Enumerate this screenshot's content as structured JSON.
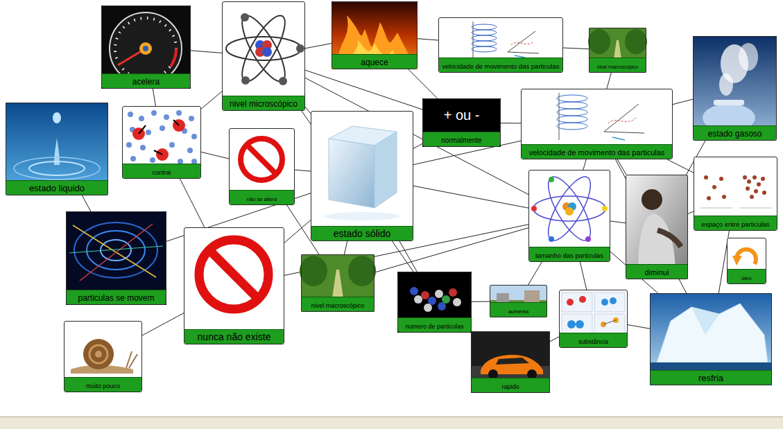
{
  "diagram": {
    "nodes": [
      {
        "text": [
          "acelera"
        ]
      },
      {
        "text": [
          "nivel microscópico"
        ]
      },
      {
        "text": [
          "aquece"
        ]
      },
      {
        "text": [
          "velocidade de movimento das particulas"
        ]
      },
      {
        "text": [
          "nivel macroscópico"
        ]
      },
      {
        "text": [
          "estado gasoso"
        ]
      },
      {
        "text": [
          "estado liquido"
        ]
      },
      {
        "text": [
          "contrai"
        ]
      },
      {
        "text": [
          "+ ou -",
          "normalmente"
        ]
      },
      {
        "text": [
          "não se altera"
        ]
      },
      {
        "text": [
          "estado sólido"
        ]
      },
      {
        "text": [
          "velocidade de movimento das particulas"
        ]
      },
      {
        "text": [
          "espaço entre particulas"
        ]
      },
      {
        "text": [
          "tamanho das particulas"
        ]
      },
      {
        "text": [
          "diminui"
        ]
      },
      {
        "text": [
          "zero"
        ]
      },
      {
        "text": [
          "particulas se movem"
        ]
      },
      {
        "text": [
          "nunca não existe"
        ]
      },
      {
        "text": [
          "nivel macroscópico"
        ]
      },
      {
        "text": [
          "numero de particulas"
        ]
      },
      {
        "text": [
          "aumenta"
        ]
      },
      {
        "text": [
          "substância"
        ]
      },
      {
        "text": [
          "resfria"
        ]
      },
      {
        "text": [
          "muito pouco"
        ]
      },
      {
        "text": [
          "rapido"
        ]
      }
    ],
    "edges": [
      {
        "from": 0,
        "to": 1,
        "arrow": "none"
      },
      {
        "from": 1,
        "to": 2,
        "arrow": "none"
      },
      {
        "from": 2,
        "to": 3,
        "arrow": "none"
      },
      {
        "from": 3,
        "to": 4,
        "arrow": "none"
      },
      {
        "from": 4,
        "to": 11,
        "arrow": "none"
      },
      {
        "from": 2,
        "to": 8,
        "arrow": "none"
      },
      {
        "from": 1,
        "to": 8,
        "arrow": "none"
      },
      {
        "from": 1,
        "to": 13,
        "arrow": "none"
      },
      {
        "from": 1,
        "to": 19,
        "arrow": "none"
      },
      {
        "from": 1,
        "to": 10,
        "arrow": "none"
      },
      {
        "from": 10,
        "to": 8,
        "arrow": "none"
      },
      {
        "from": 8,
        "to": 11,
        "arrow": "none"
      },
      {
        "from": 10,
        "to": 11,
        "arrow": "none"
      },
      {
        "from": 11,
        "to": 5,
        "arrow": "none"
      },
      {
        "from": 11,
        "to": 12,
        "arrow": "none"
      },
      {
        "from": 11,
        "to": 13,
        "arrow": "none"
      },
      {
        "from": 11,
        "to": 14,
        "arrow": "none"
      },
      {
        "from": 11,
        "to": 22,
        "arrow": "none"
      },
      {
        "from": 5,
        "to": 14,
        "arrow": "none"
      },
      {
        "from": 6,
        "to": 16,
        "arrow": "none"
      },
      {
        "from": 7,
        "to": 9,
        "arrow": "none"
      },
      {
        "from": 7,
        "to": 1,
        "arrow": "none"
      },
      {
        "from": 7,
        "to": 17,
        "arrow": "none"
      },
      {
        "from": 0,
        "to": 7,
        "arrow": "none"
      },
      {
        "from": 9,
        "to": 10,
        "arrow": "none"
      },
      {
        "from": 9,
        "to": 18,
        "arrow": "none"
      },
      {
        "from": 17,
        "to": 10,
        "arrow": "none"
      },
      {
        "from": 17,
        "to": 13,
        "arrow": "none"
      },
      {
        "from": 16,
        "to": 10,
        "arrow": "none"
      },
      {
        "from": 23,
        "to": 17,
        "arrow": "none"
      },
      {
        "from": 10,
        "to": 18,
        "arrow": "none"
      },
      {
        "from": 10,
        "to": 19,
        "arrow": "none"
      },
      {
        "from": 10,
        "to": 13,
        "arrow": "none"
      },
      {
        "from": 18,
        "to": 13,
        "arrow": "none"
      },
      {
        "from": 19,
        "to": 20,
        "arrow": "none"
      },
      {
        "from": 13,
        "to": 20,
        "arrow": "none"
      },
      {
        "from": 13,
        "to": 21,
        "arrow": "none"
      },
      {
        "from": 13,
        "to": 14,
        "arrow": "none"
      },
      {
        "from": 14,
        "to": 12,
        "arrow": "none"
      },
      {
        "from": 24,
        "to": 21,
        "arrow": "none"
      },
      {
        "from": 21,
        "to": 22,
        "arrow": "none"
      },
      {
        "from": 12,
        "to": 22,
        "arrow": "none"
      },
      {
        "from": 22,
        "to": 13,
        "arrow": "none"
      }
    ]
  }
}
